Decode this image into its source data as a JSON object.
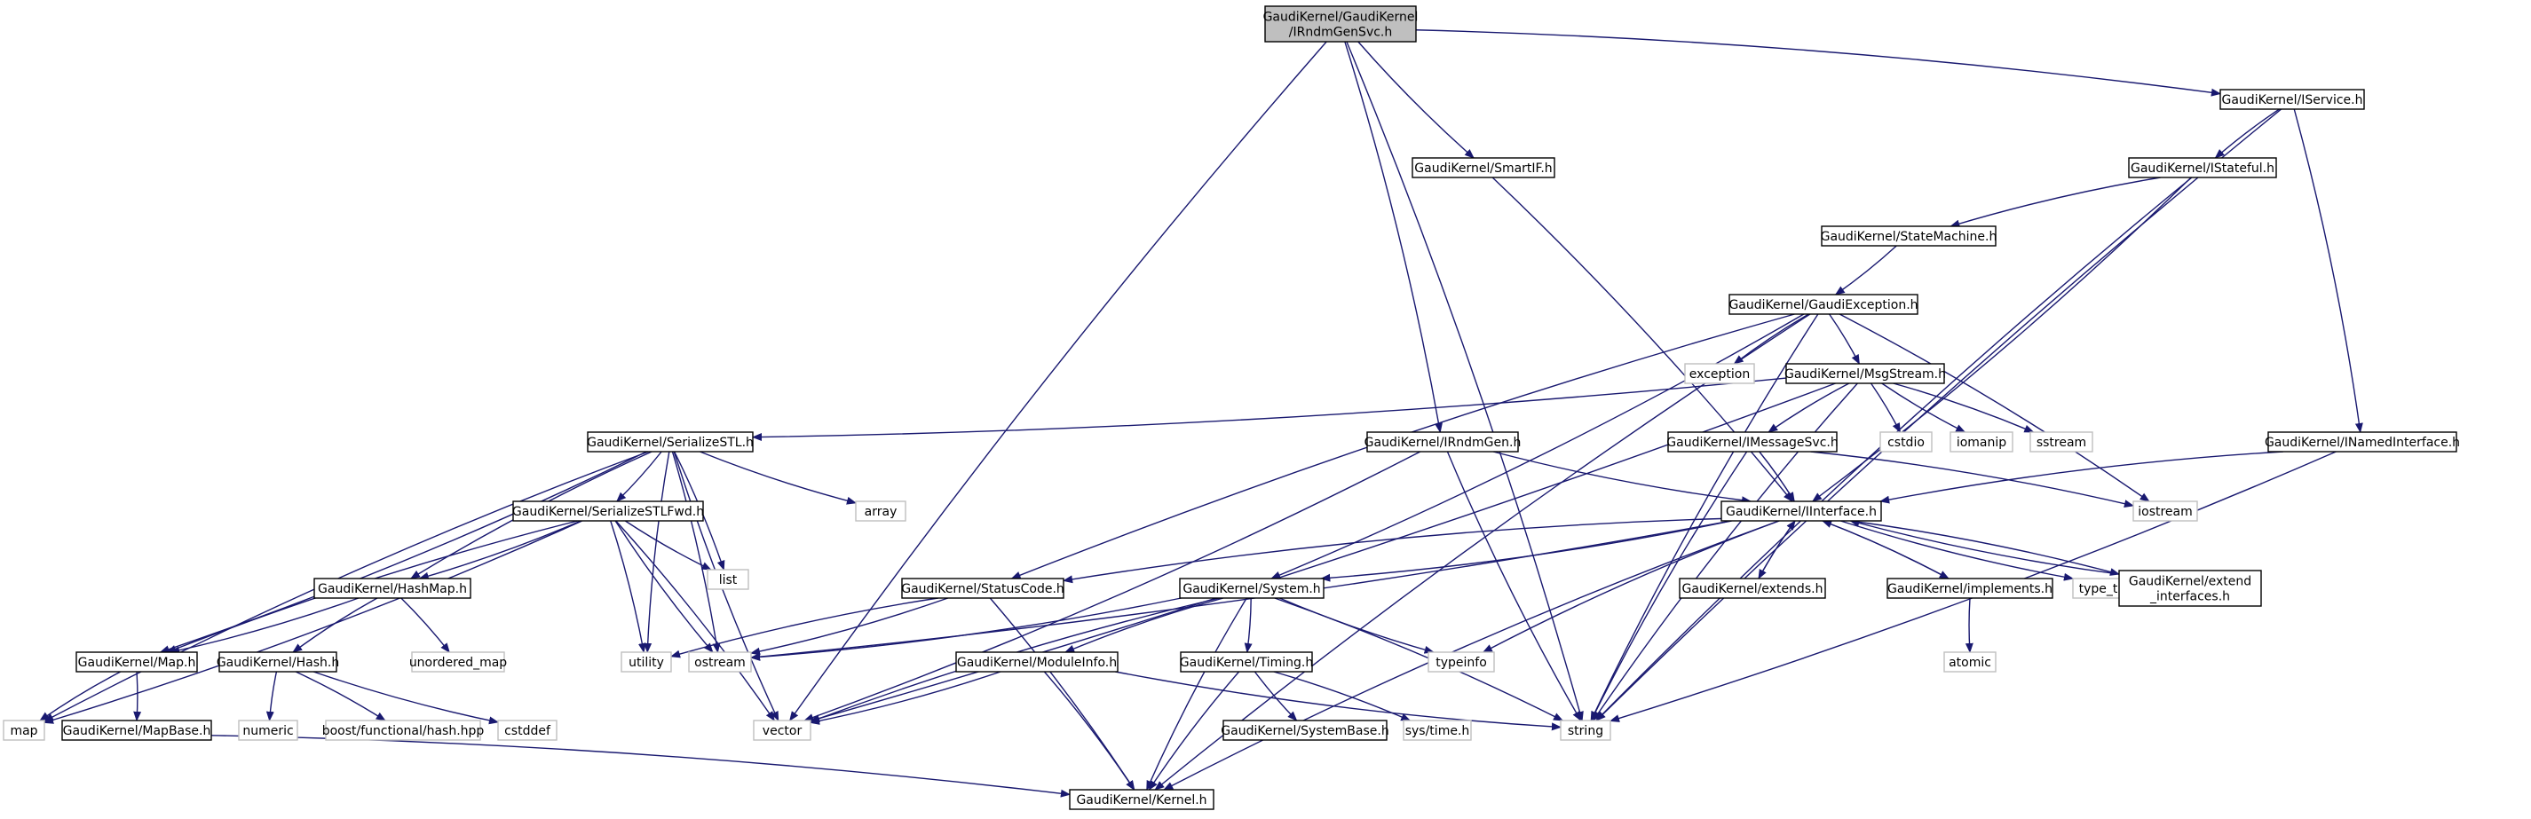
{
  "diagram": {
    "title": "GaudiKernel/GaudiKernel/IRndmGenSvc.h",
    "colors": {
      "edge": "#191970",
      "root_fill": "#bfbfbf",
      "external_border": "#bfbfbf",
      "node_border": "#000000"
    },
    "nodes": [
      {
        "id": "root",
        "lines": [
          "GaudiKernel/GaudiKernel",
          "/IRndmGenSvc.h"
        ],
        "kind": "root"
      },
      {
        "id": "IService",
        "lines": [
          "GaudiKernel/IService.h"
        ],
        "kind": "header"
      },
      {
        "id": "SmartIF",
        "lines": [
          "GaudiKernel/SmartIF.h"
        ],
        "kind": "header"
      },
      {
        "id": "IStateful",
        "lines": [
          "GaudiKernel/IStateful.h"
        ],
        "kind": "header"
      },
      {
        "id": "StateMachine",
        "lines": [
          "GaudiKernel/StateMachine.h"
        ],
        "kind": "header"
      },
      {
        "id": "GaudiException",
        "lines": [
          "GaudiKernel/GaudiException.h"
        ],
        "kind": "header"
      },
      {
        "id": "exception",
        "lines": [
          "exception"
        ],
        "kind": "external"
      },
      {
        "id": "MsgStream",
        "lines": [
          "GaudiKernel/MsgStream.h"
        ],
        "kind": "header"
      },
      {
        "id": "SerializeSTL",
        "lines": [
          "GaudiKernel/SerializeSTL.h"
        ],
        "kind": "header"
      },
      {
        "id": "IRndmGen",
        "lines": [
          "GaudiKernel/IRndmGen.h"
        ],
        "kind": "header"
      },
      {
        "id": "IMessageSvc",
        "lines": [
          "GaudiKernel/IMessageSvc.h"
        ],
        "kind": "header"
      },
      {
        "id": "cstdio",
        "lines": [
          "cstdio"
        ],
        "kind": "external"
      },
      {
        "id": "iomanip",
        "lines": [
          "iomanip"
        ],
        "kind": "external"
      },
      {
        "id": "sstream",
        "lines": [
          "sstream"
        ],
        "kind": "external"
      },
      {
        "id": "INamedInterface",
        "lines": [
          "GaudiKernel/INamedInterface.h"
        ],
        "kind": "header"
      },
      {
        "id": "array",
        "lines": [
          "array"
        ],
        "kind": "external"
      },
      {
        "id": "SerializeSTLFwd",
        "lines": [
          "GaudiKernel/SerializeSTLFwd.h"
        ],
        "kind": "header"
      },
      {
        "id": "IInterface",
        "lines": [
          "GaudiKernel/IInterface.h"
        ],
        "kind": "header"
      },
      {
        "id": "iostream",
        "lines": [
          "iostream"
        ],
        "kind": "external"
      },
      {
        "id": "list",
        "lines": [
          "list"
        ],
        "kind": "external"
      },
      {
        "id": "StatusCode",
        "lines": [
          "GaudiKernel/StatusCode.h"
        ],
        "kind": "header"
      },
      {
        "id": "System",
        "lines": [
          "GaudiKernel/System.h"
        ],
        "kind": "header"
      },
      {
        "id": "extends",
        "lines": [
          "GaudiKernel/extends.h"
        ],
        "kind": "header"
      },
      {
        "id": "implements",
        "lines": [
          "GaudiKernel/implements.h"
        ],
        "kind": "header"
      },
      {
        "id": "type_traits",
        "lines": [
          "type_traits"
        ],
        "kind": "external"
      },
      {
        "id": "extend_interfaces",
        "lines": [
          "GaudiKernel/extend",
          "_interfaces.h"
        ],
        "kind": "header"
      },
      {
        "id": "HashMap",
        "lines": [
          "GaudiKernel/HashMap.h"
        ],
        "kind": "header"
      },
      {
        "id": "unordered_map",
        "lines": [
          "unordered_map"
        ],
        "kind": "external"
      },
      {
        "id": "utility",
        "lines": [
          "utility"
        ],
        "kind": "external"
      },
      {
        "id": "ostream",
        "lines": [
          "ostream"
        ],
        "kind": "external"
      },
      {
        "id": "typeinfo",
        "lines": [
          "typeinfo"
        ],
        "kind": "external"
      },
      {
        "id": "atomic",
        "lines": [
          "atomic"
        ],
        "kind": "external"
      },
      {
        "id": "Map",
        "lines": [
          "GaudiKernel/Map.h"
        ],
        "kind": "header"
      },
      {
        "id": "Hash",
        "lines": [
          "GaudiKernel/Hash.h"
        ],
        "kind": "header"
      },
      {
        "id": "ModuleInfo",
        "lines": [
          "GaudiKernel/ModuleInfo.h"
        ],
        "kind": "header"
      },
      {
        "id": "Timing",
        "lines": [
          "GaudiKernel/Timing.h"
        ],
        "kind": "header"
      },
      {
        "id": "map",
        "lines": [
          "map"
        ],
        "kind": "external"
      },
      {
        "id": "MapBase",
        "lines": [
          "GaudiKernel/MapBase.h"
        ],
        "kind": "header"
      },
      {
        "id": "numeric",
        "lines": [
          "numeric"
        ],
        "kind": "external"
      },
      {
        "id": "boosthash",
        "lines": [
          "boost/functional/hash.hpp"
        ],
        "kind": "external"
      },
      {
        "id": "cstddef",
        "lines": [
          "cstddef"
        ],
        "kind": "external"
      },
      {
        "id": "vector",
        "lines": [
          "vector"
        ],
        "kind": "external"
      },
      {
        "id": "SystemBase",
        "lines": [
          "GaudiKernel/SystemBase.h"
        ],
        "kind": "header"
      },
      {
        "id": "systime",
        "lines": [
          "sys/time.h"
        ],
        "kind": "external"
      },
      {
        "id": "string",
        "lines": [
          "string"
        ],
        "kind": "external"
      },
      {
        "id": "Kernel",
        "lines": [
          "GaudiKernel/Kernel.h"
        ],
        "kind": "header"
      }
    ],
    "edges": [
      [
        "root",
        "IService"
      ],
      [
        "root",
        "SmartIF"
      ],
      [
        "root",
        "IRndmGen"
      ],
      [
        "root",
        "vector"
      ],
      [
        "root",
        "string"
      ],
      [
        "IService",
        "IStateful"
      ],
      [
        "IService",
        "INamedInterface"
      ],
      [
        "IService",
        "string"
      ],
      [
        "SmartIF",
        "IInterface"
      ],
      [
        "IStateful",
        "StateMachine"
      ],
      [
        "IStateful",
        "IInterface"
      ],
      [
        "IStateful",
        "string"
      ],
      [
        "StateMachine",
        "GaudiException"
      ],
      [
        "GaudiException",
        "exception"
      ],
      [
        "GaudiException",
        "MsgStream"
      ],
      [
        "GaudiException",
        "StatusCode"
      ],
      [
        "GaudiException",
        "System"
      ],
      [
        "GaudiException",
        "string"
      ],
      [
        "GaudiException",
        "iostream"
      ],
      [
        "GaudiException",
        "Kernel"
      ],
      [
        "MsgStream",
        "SerializeSTL"
      ],
      [
        "MsgStream",
        "IMessageSvc"
      ],
      [
        "MsgStream",
        "cstdio"
      ],
      [
        "MsgStream",
        "iomanip"
      ],
      [
        "MsgStream",
        "sstream"
      ],
      [
        "MsgStream",
        "string"
      ],
      [
        "MsgStream",
        "vector"
      ],
      [
        "INamedInterface",
        "IInterface"
      ],
      [
        "INamedInterface",
        "string"
      ],
      [
        "IRndmGen",
        "IInterface"
      ],
      [
        "IRndmGen",
        "vector"
      ],
      [
        "IRndmGen",
        "string"
      ],
      [
        "IMessageSvc",
        "IInterface"
      ],
      [
        "IMessageSvc",
        "string"
      ],
      [
        "IMessageSvc",
        "iostream"
      ],
      [
        "SerializeSTL",
        "array"
      ],
      [
        "SerializeSTL",
        "SerializeSTLFwd"
      ],
      [
        "SerializeSTL",
        "HashMap"
      ],
      [
        "SerializeSTL",
        "Map"
      ],
      [
        "SerializeSTL",
        "map"
      ],
      [
        "SerializeSTL",
        "list"
      ],
      [
        "SerializeSTL",
        "utility"
      ],
      [
        "SerializeSTL",
        "ostream"
      ],
      [
        "SerializeSTL",
        "vector"
      ],
      [
        "SerializeSTLFwd",
        "HashMap"
      ],
      [
        "SerializeSTLFwd",
        "Map"
      ],
      [
        "SerializeSTLFwd",
        "map"
      ],
      [
        "SerializeSTLFwd",
        "list"
      ],
      [
        "SerializeSTLFwd",
        "utility"
      ],
      [
        "SerializeSTLFwd",
        "ostream"
      ],
      [
        "SerializeSTLFwd",
        "vector"
      ],
      [
        "IInterface",
        "StatusCode"
      ],
      [
        "IInterface",
        "System"
      ],
      [
        "IInterface",
        "extends"
      ],
      [
        "IInterface",
        "implements"
      ],
      [
        "IInterface",
        "type_traits"
      ],
      [
        "IInterface",
        "extend_interfaces"
      ],
      [
        "IInterface",
        "typeinfo"
      ],
      [
        "IInterface",
        "ostream"
      ],
      [
        "IInterface",
        "Kernel"
      ],
      [
        "extends",
        "IInterface"
      ],
      [
        "implements",
        "IInterface"
      ],
      [
        "extend_interfaces",
        "IInterface"
      ],
      [
        "implements",
        "atomic"
      ],
      [
        "StatusCode",
        "ostream"
      ],
      [
        "StatusCode",
        "utility"
      ],
      [
        "StatusCode",
        "Kernel"
      ],
      [
        "System",
        "ModuleInfo"
      ],
      [
        "System",
        "Timing"
      ],
      [
        "System",
        "typeinfo"
      ],
      [
        "System",
        "string"
      ],
      [
        "System",
        "vector"
      ],
      [
        "System",
        "ostream"
      ],
      [
        "System",
        "Kernel"
      ],
      [
        "HashMap",
        "Map"
      ],
      [
        "HashMap",
        "Hash"
      ],
      [
        "HashMap",
        "unordered_map"
      ],
      [
        "Map",
        "map"
      ],
      [
        "Map",
        "MapBase"
      ],
      [
        "Hash",
        "numeric"
      ],
      [
        "Hash",
        "boosthash"
      ],
      [
        "Hash",
        "cstddef"
      ],
      [
        "ModuleInfo",
        "Kernel"
      ],
      [
        "ModuleInfo",
        "string"
      ],
      [
        "ModuleInfo",
        "vector"
      ],
      [
        "Timing",
        "SystemBase"
      ],
      [
        "Timing",
        "systime"
      ],
      [
        "Timing",
        "Kernel"
      ],
      [
        "MapBase",
        "Kernel"
      ]
    ]
  }
}
